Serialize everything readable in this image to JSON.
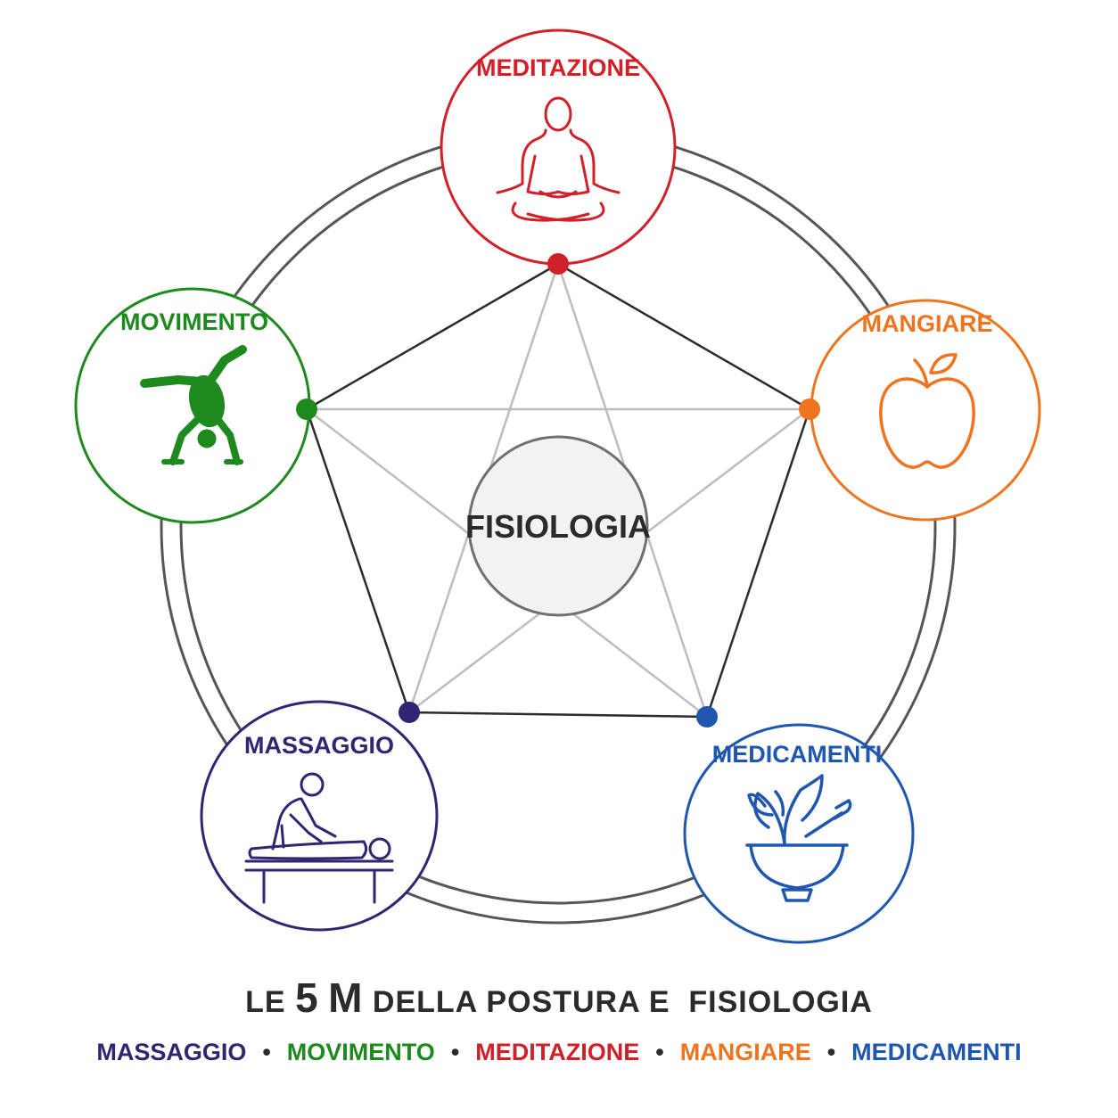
{
  "center": {
    "label": "FISIOLOGIA"
  },
  "nodes": [
    {
      "id": "meditazione",
      "label": "MEDITAZIONE",
      "color": "#d0202a",
      "icon": "meditation-icon"
    },
    {
      "id": "mangiare",
      "label": "MANGIARE",
      "color": "#ee7420",
      "icon": "apple-icon"
    },
    {
      "id": "medicamenti",
      "label": "MEDICAMENTI",
      "color": "#1f56b0",
      "icon": "mortar-herbs-icon"
    },
    {
      "id": "massaggio",
      "label": "MASSAGGIO",
      "color": "#2e2573",
      "icon": "massage-icon"
    },
    {
      "id": "movimento",
      "label": "MOVIMENTO",
      "color": "#1e8a1e",
      "icon": "handstand-icon"
    }
  ],
  "title": {
    "prefix": "LE",
    "number": "5",
    "letter": "M",
    "suffix": "DELLA POSTURA E  FISIOLOGIA"
  },
  "legend": {
    "items": [
      "MASSAGGIO",
      "MOVIMENTO",
      "MEDITAZIONE",
      "MANGIARE",
      "MEDICAMENTI"
    ],
    "separator": "•",
    "colors": [
      "#2e2573",
      "#1e8a1e",
      "#d0202a",
      "#ee7420",
      "#1f56b0"
    ]
  }
}
